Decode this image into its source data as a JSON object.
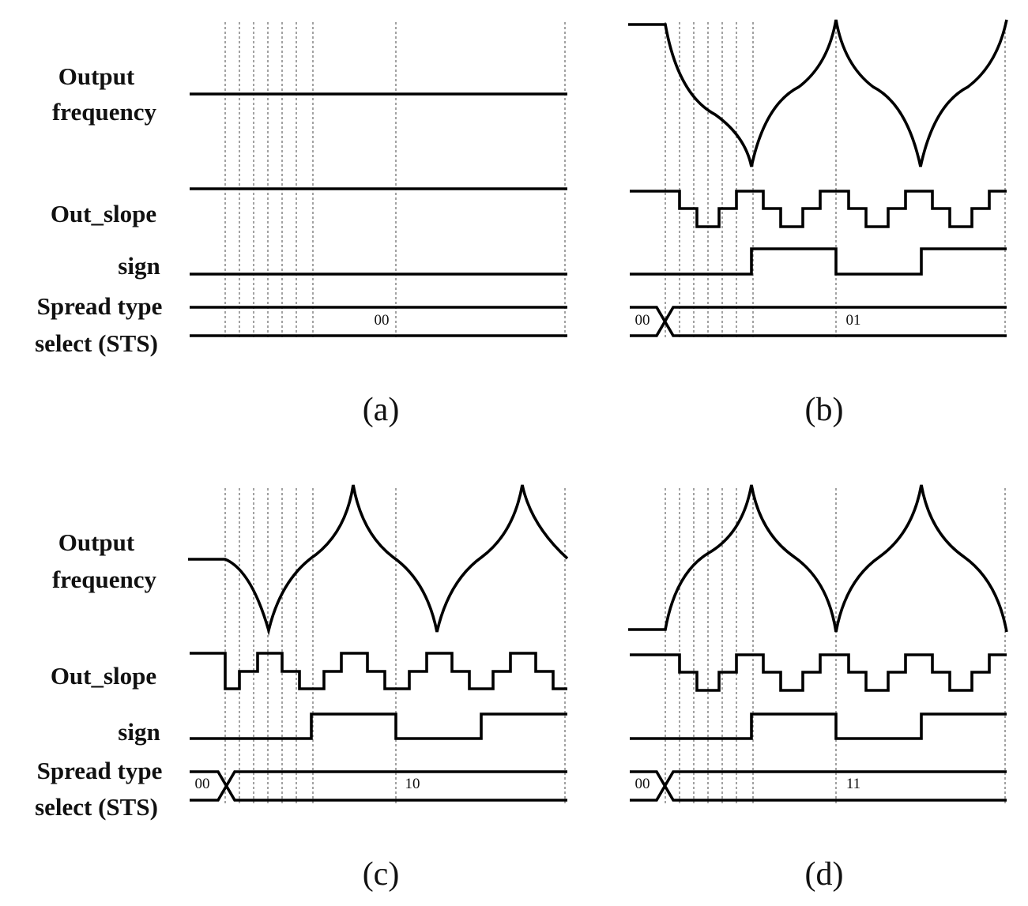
{
  "row_labels": {
    "output_frequency": [
      "Output",
      "frequency"
    ],
    "out_slope": "Out_slope",
    "sign": "sign",
    "sts": [
      "Spread type",
      "select (STS)"
    ]
  },
  "panels": [
    {
      "id": "a",
      "caption": "(a)",
      "sts_initial": "",
      "sts_value": "00"
    },
    {
      "id": "b",
      "caption": "(b)",
      "sts_initial": "00",
      "sts_value": "01"
    },
    {
      "id": "c",
      "caption": "(c)",
      "sts_initial": "00",
      "sts_value": "10"
    },
    {
      "id": "d",
      "caption": "(d)",
      "sts_initial": "00",
      "sts_value": "11"
    }
  ]
}
